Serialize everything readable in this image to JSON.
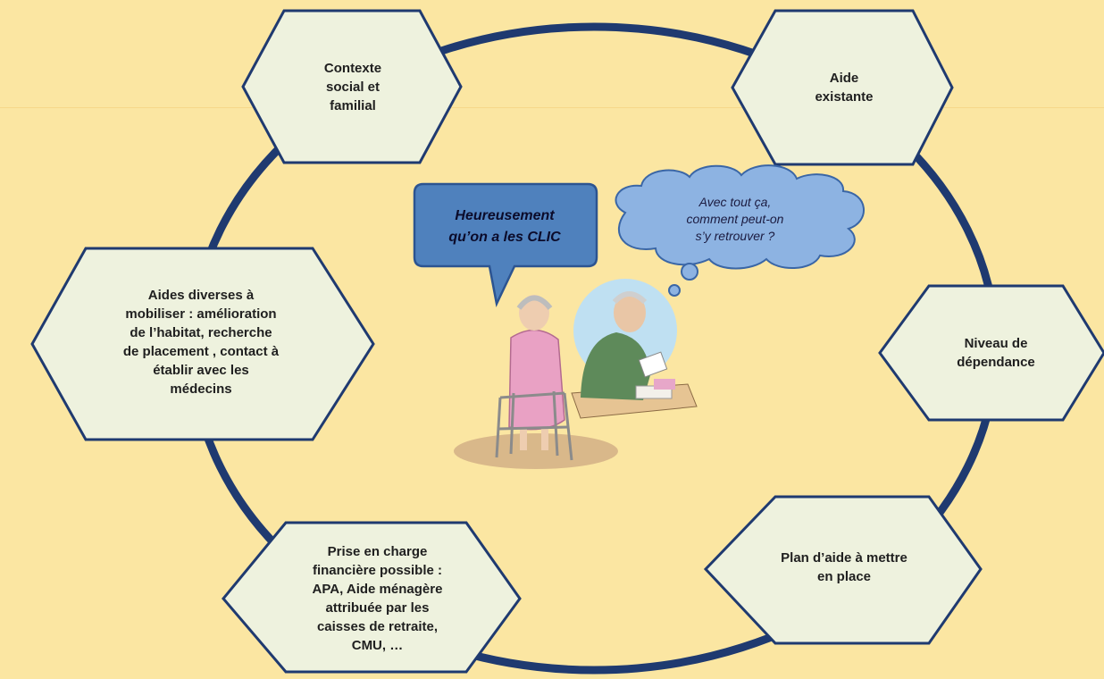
{
  "colors": {
    "background": "#FBE6A2",
    "ring": "#1F3A70",
    "hex_fill": "#EEF2DE",
    "hex_stroke": "#1F3A70",
    "speech_fill": "#4F81BD",
    "thought_fill": "#8DB3E2"
  },
  "hexagons": {
    "social_context": "Contexte\nsocial et\nfamilial",
    "existing_help": "Aide\nexistante",
    "dependency_level": "Niveau de\ndépendance",
    "help_plan": "Plan d’aide à mettre\nen place",
    "financial_support": "Prise en charge\nfinancière possible :\nAPA,  Aide ménagère\nattribuée par les\ncaisses de retraite,\nCMU, …",
    "various_help": "Aides diverses à\nmobiliser : amélioration\nde l’habitat, recherche\nde placement , contact à\nétablir avec les\nmédecins"
  },
  "speech_bubble": "Heureusement\nqu’on a les CLIC",
  "thought_bubble": "Avec tout ça,\ncomment peut-on\ns’y retrouver ?",
  "illustration": "elderly-couple-clipart"
}
